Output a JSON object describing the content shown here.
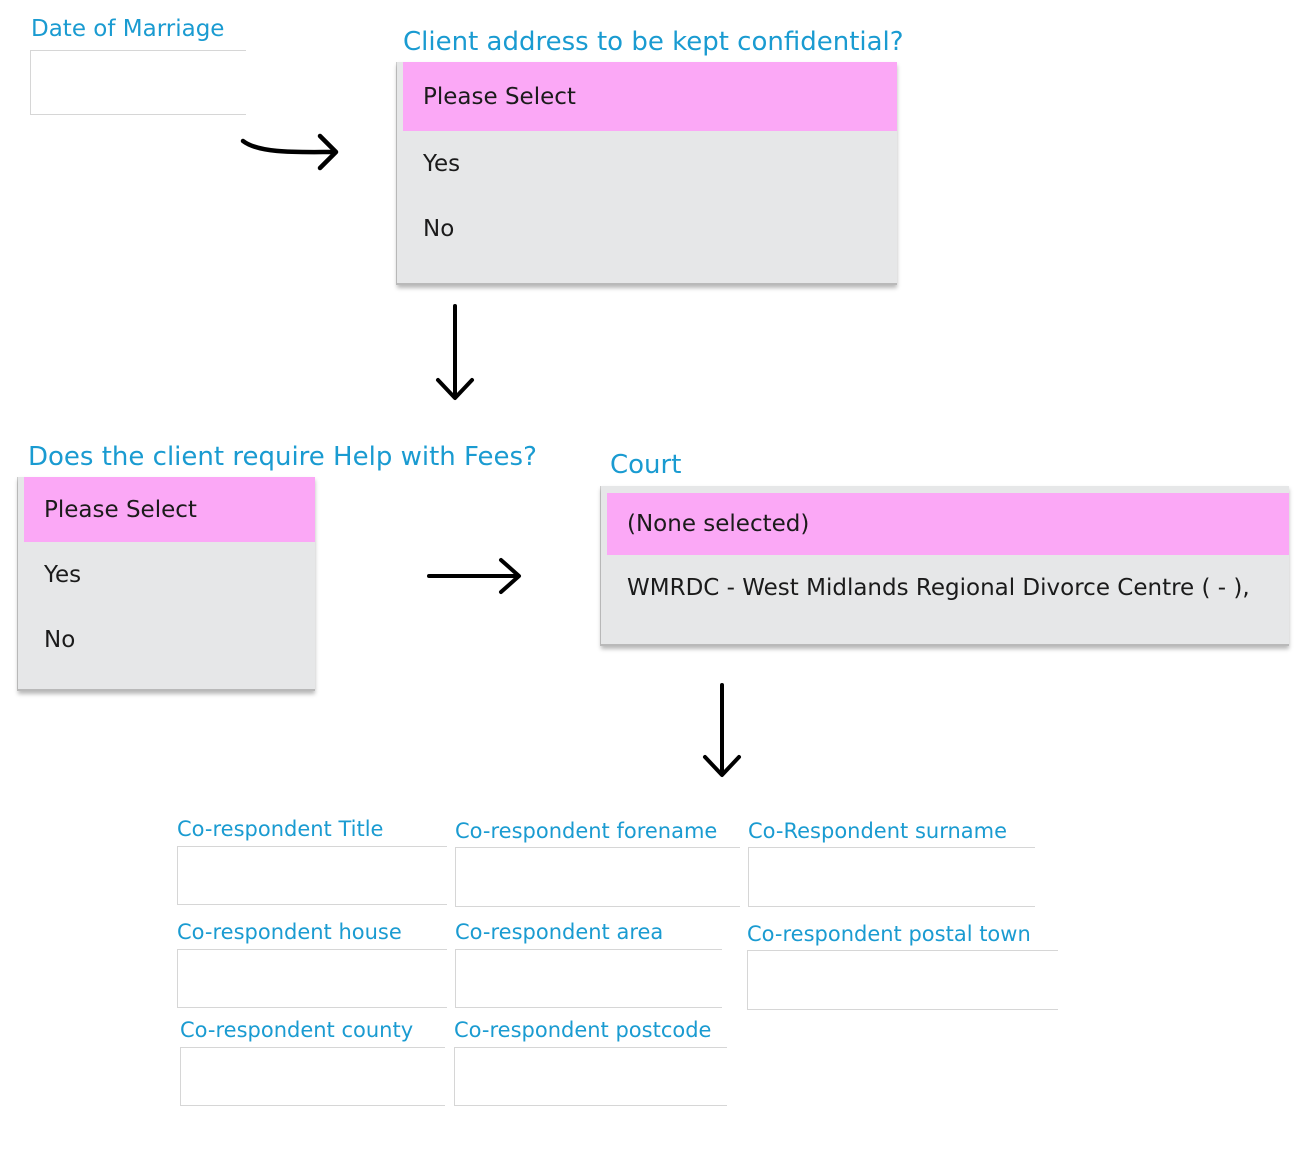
{
  "date_of_marriage": {
    "label": "Date of Marriage",
    "value": ""
  },
  "confidential": {
    "label": "Client address to be kept confidential?",
    "options": [
      "Please Select",
      "Yes",
      "No"
    ],
    "selected": "Please Select"
  },
  "help_with_fees": {
    "label": "Does the client require Help with Fees?",
    "options": [
      "Please Select",
      "Yes",
      "No"
    ],
    "selected": "Please Select"
  },
  "court": {
    "label": "Court",
    "options": [
      "(None selected)",
      "WMRDC - West Midlands Regional Divorce Centre ( - ),"
    ],
    "selected": "(None selected)"
  },
  "co_respondent": {
    "title": {
      "label": "Co-respondent Title",
      "value": ""
    },
    "forename": {
      "label": "Co-respondent forename",
      "value": ""
    },
    "surname": {
      "label": "Co-Respondent surname",
      "value": ""
    },
    "house": {
      "label": "Co-respondent house",
      "value": ""
    },
    "area": {
      "label": "Co-respondent area",
      "value": ""
    },
    "postal_town": {
      "label": "Co-respondent postal town",
      "value": ""
    },
    "county": {
      "label": "Co-respondent county",
      "value": ""
    },
    "postcode": {
      "label": "Co-respondent postcode",
      "value": ""
    }
  },
  "colors": {
    "label": "#1a9bd1",
    "highlight": "#fba8f6",
    "dropdown_bg": "#e6e7e8"
  }
}
